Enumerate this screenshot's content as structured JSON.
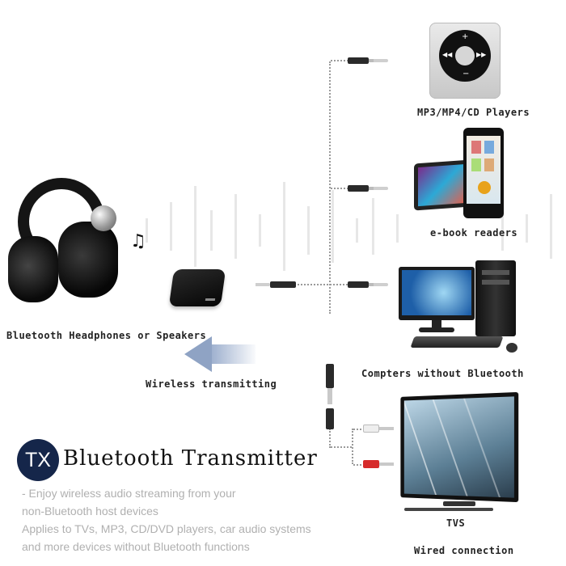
{
  "labels": {
    "mp3": "MP3/MP4/CD Players",
    "ebook": "e-book readers",
    "computers": "Compters without Bluetooth",
    "headphones": "Bluetooth Headphones or Speakers",
    "wireless": "Wireless transmitting",
    "tvs": "TVS",
    "wired": "Wired connection"
  },
  "badge": "TX",
  "title": "Bluetooth Transmitter",
  "description": [
    "- Enjoy wireless audio streaming from your",
    "non-Bluetooth host devices",
    "Applies to TVs, MP3, CD/DVD players, car audio systems",
    "and more devices without Bluetooth functions"
  ],
  "icons": {
    "music": "music-note-icon",
    "arrow": "wireless-arrow-icon"
  },
  "colors": {
    "badge_bg": "#15264a",
    "arrow": "#8fa3c4",
    "desc_text": "#b0b0b0"
  }
}
